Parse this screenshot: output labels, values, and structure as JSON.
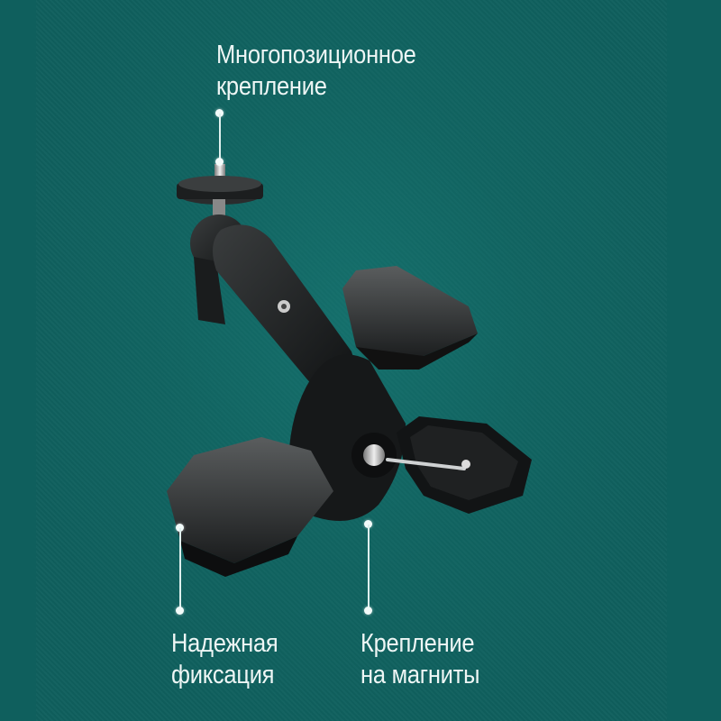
{
  "image": {
    "background_color": "#0f5f5d",
    "subject": "black multi-position clamp mount with ball joint and magnetic pad"
  },
  "callouts": [
    {
      "id": "multi-position-mount",
      "line1": "Многопозиционное",
      "line2": "крепление"
    },
    {
      "id": "secure-fixation",
      "line1": "Надежная",
      "line2": "фиксация"
    },
    {
      "id": "magnet-mount",
      "line1": "Крепление",
      "line2": "на магниты"
    }
  ]
}
